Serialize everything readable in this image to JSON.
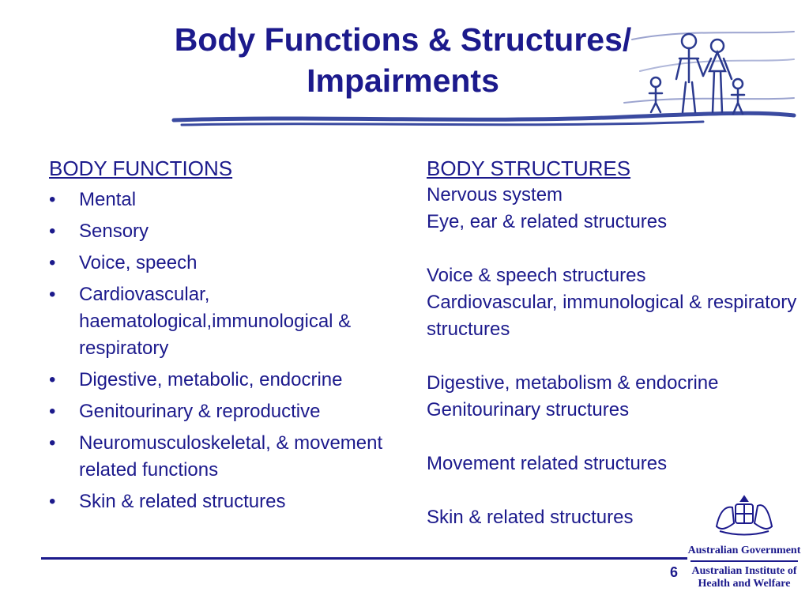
{
  "slide": {
    "title_line1": "Body Functions & Structures/",
    "title_line2": "Impairments",
    "page_number": "6"
  },
  "left": {
    "heading": "BODY FUNCTIONS",
    "bullet_char": "•",
    "items": [
      "Mental",
      "Sensory",
      "Voice, speech",
      "Cardiovascular, haematological,immunological & respiratory",
      "Digestive, metabolic, endocrine",
      "Genitourinary & reproductive",
      "Neuromusculoskeletal,  & movement related functions",
      "Skin & related structures"
    ]
  },
  "right": {
    "heading": "BODY STRUCTURES",
    "lines": [
      "Nervous system",
      "Eye, ear & related structures",
      "Voice & speech structures",
      "Cardiovascular, immunological & respiratory structures",
      "Digestive, metabolism  & endocrine",
      "Genitourinary structures",
      "Movement related structures",
      "Skin & related structures"
    ]
  },
  "logo": {
    "government": "Australian Government",
    "institute_line1": "Australian Institute of",
    "institute_line2": "Health and Welfare"
  },
  "colors": {
    "text": "#1c1a8c",
    "banner": "#2b3a8f"
  }
}
